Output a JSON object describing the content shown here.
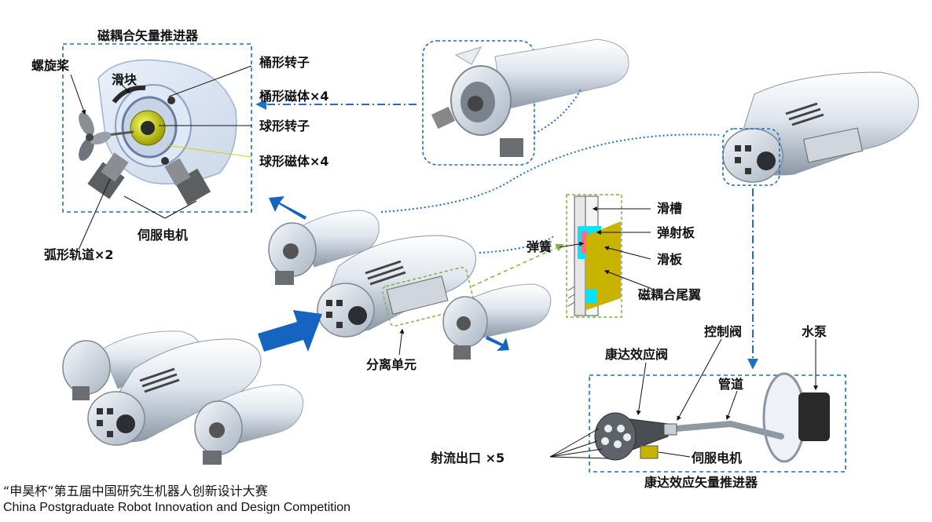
{
  "labels": {
    "vector_thruster_title": "磁耦合矢量推进器",
    "propeller": "螺旋桨",
    "slider": "滑块",
    "barrel_rotor": "桶形转子",
    "barrel_magnet": "桶形磁体×4",
    "sphere_rotor": "球形转子",
    "sphere_magnet": "球形磁体×4",
    "servo_motor": "伺服电机",
    "arc_track": "弧形轨道×2",
    "chute": "滑槽",
    "spring": "弹簧",
    "eject_plate": "弹射板",
    "slide_plate": "滑板",
    "tail_fin": "磁耦合尾翼",
    "separation_unit": "分离单元",
    "control_valve": "控制阀",
    "water_pump": "水泵",
    "coanda_valve": "康达效应阀",
    "pipe": "管道",
    "jet_outlet": "射流出口 ×5",
    "servo_motor_2": "伺服电机",
    "coanda_thruster_title": "康达效应矢量推进器"
  },
  "footer": {
    "line1": "“申昊杯”第五届中国研究生机器人创新设计大赛",
    "line2": "China Postgraduate Robot Innovation and Design Competition"
  },
  "colors": {
    "dash_blue": "#1f6fc4",
    "arrow_blue": "#1565c0",
    "green_dash": "#7cb342",
    "cyan": "#00e5ff",
    "olive": "#c8b400",
    "pink": "#ff6b8a"
  }
}
